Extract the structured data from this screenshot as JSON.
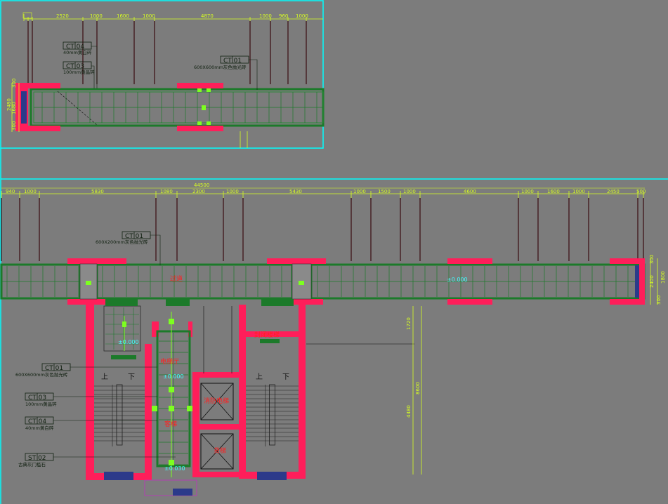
{
  "colors": {
    "background": "#7c7c7c",
    "frame": "#00ffff",
    "wall": "#ff1e5a",
    "tile_line": "#1c7a2a",
    "dimension": "#d8ff20",
    "column_line": "#3a0b10",
    "label": "#ff2020"
  },
  "top_view": {
    "dims": [
      "2520",
      "1000",
      "1600",
      "1000",
      "4870",
      "1000",
      "960",
      "1000"
    ],
    "side_dims": [
      "300",
      "1680",
      "2480",
      "300"
    ],
    "tags": [
      {
        "code": "CT 04",
        "note": "40mm黄白碎"
      },
      {
        "code": "CT 03",
        "note": "100mm黄晶碎"
      },
      {
        "code": "CT 01",
        "note": "600X600mm灰色抛光砖"
      }
    ]
  },
  "bottom_view": {
    "total_dim": "44500",
    "dims": [
      "940",
      "1000",
      "5830",
      "1080",
      "2300",
      "1000",
      "5430",
      "1000",
      "1500",
      "1000",
      "4600",
      "1000",
      "1600",
      "1000",
      "2450",
      "500"
    ],
    "side_dims": [
      "300",
      "2400",
      "300",
      "1800"
    ],
    "vertical_dims": [
      "1720",
      "4480",
      "8600"
    ],
    "tags": [
      {
        "code": "CT 01",
        "note": "600X200mm灰色抛光砖"
      },
      {
        "code": "CT 01",
        "note": "600X600mm灰色抛光砖"
      },
      {
        "code": "CT 03",
        "note": "100mm黄晶碎"
      },
      {
        "code": "CT 04",
        "note": "40mm黄白碎"
      },
      {
        "code": "ST 02",
        "note": "古典灰门槛石"
      }
    ],
    "labels": {
      "corridor": "过道",
      "closet": "封闭楼梯",
      "elevator_hall": "电梯厅",
      "fire_elevator": "消防电梯",
      "elevator": "客梯",
      "freight": "货梯",
      "up_left": "上",
      "down_left": "下",
      "up_right": "上",
      "down_right": "下"
    },
    "elevations": [
      "±0.000",
      "±0.000",
      "±0.000",
      "±0.030"
    ]
  }
}
